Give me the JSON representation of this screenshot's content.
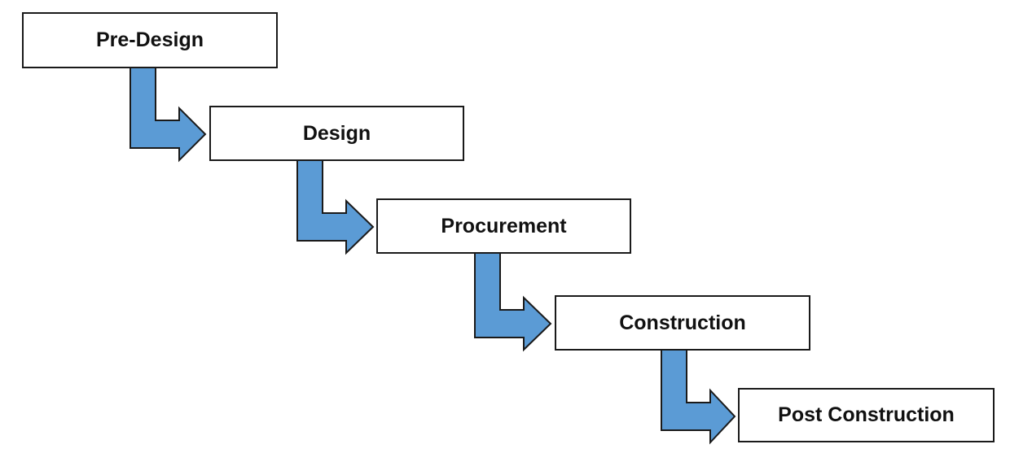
{
  "stages": [
    {
      "label": "Pre-Design"
    },
    {
      "label": "Design"
    },
    {
      "label": "Procurement"
    },
    {
      "label": "Construction"
    },
    {
      "label": "Post Construction"
    }
  ],
  "colors": {
    "arrow": "#5b9bd5",
    "border": "#1a1a1a"
  }
}
